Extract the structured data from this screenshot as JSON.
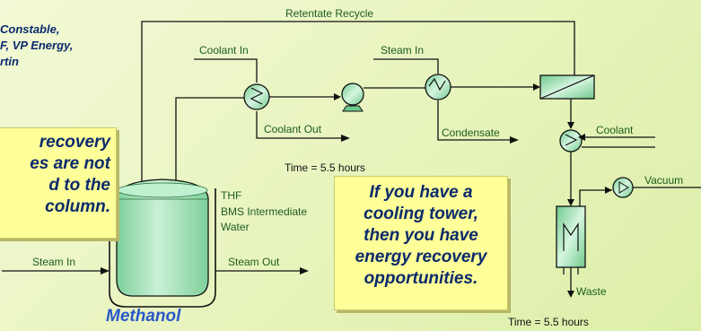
{
  "authors": [
    "Constable,",
    "F, VP Energy,",
    "rtin"
  ],
  "callout_left": [
    "recovery",
    "es are not",
    "d to the",
    "column."
  ],
  "callout_right": [
    "If you have a",
    "cooling tower,",
    "then you have",
    "energy recovery",
    "opportunities."
  ],
  "labels": {
    "retentate_recycle": "Retentate Recycle",
    "coolant_in": "Coolant In",
    "coolant_out": "Coolant Out",
    "steam_in_top": "Steam In",
    "condensate": "Condensate",
    "coolant": "Coolant",
    "vacuum": "Vacuum",
    "waste": "Waste",
    "time_top": "Time = 5.5 hours",
    "time_bottom": "Time = 5.5 hours",
    "thf": "THF",
    "bms": "BMS Intermediate",
    "water": "Water",
    "steam_in_left": "Steam In",
    "steam_out": "Steam Out",
    "methanol": "Methanol"
  },
  "colors": {
    "background": "#e6f3b9",
    "callout_fill": "#ffff99",
    "equipment_fill": "#9fdcb2",
    "label_green": "#1d5c1d",
    "callout_text": "#0b2a6b",
    "methanol_text": "#2a58c8"
  }
}
